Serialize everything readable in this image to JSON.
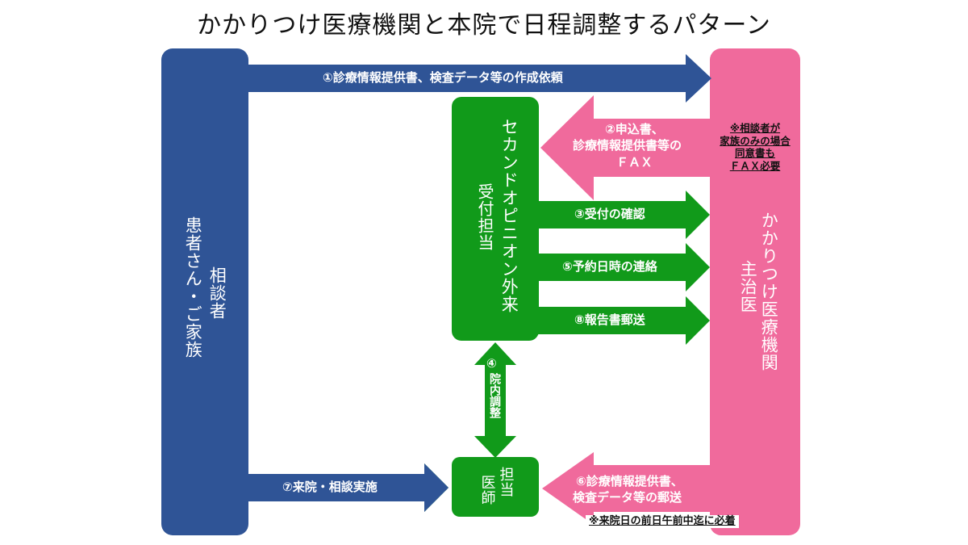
{
  "title": "かかりつけ医療機関と本院で日程調整するパターン",
  "colors": {
    "patient": "#2f5496",
    "hospital": "#f06a9c",
    "clinic": "#119a1a",
    "background": "#ffffff"
  },
  "boxes": {
    "patient": {
      "line1": "相談者",
      "line2": "患者さん・ご家族"
    },
    "hospital": {
      "line1": "かかりつけ医療機関",
      "line2": "主治医"
    },
    "reception": {
      "line1": "セカンドオピニオン外来",
      "line2": "受付担当"
    },
    "doctor": {
      "line1": "担当",
      "line2": "医師"
    }
  },
  "arrows": {
    "a1": "①診療情報提供書、検査データ等の作成依頼",
    "a2_line1": "②申込書、",
    "a2_line2": "診療情報提供書等の",
    "a2_line3": "ＦＡＸ",
    "a3": "③受付の確認",
    "a4_number": "④",
    "a4_text": "院内調整",
    "a5": "⑤予約日時の連絡",
    "a6_line1": "⑥診療情報提供書、",
    "a6_line2": "検査データ等の郵送",
    "a7": "⑦来院・相談実施",
    "a8": "⑧報告書郵送"
  },
  "notes": {
    "family_line1": "※相談者が",
    "family_line2": "家族のみの場合",
    "family_line3": "同意書も",
    "family_line4": "ＦＡＸ必要",
    "deadline": "※来院日の前日午前中迄に必着"
  }
}
